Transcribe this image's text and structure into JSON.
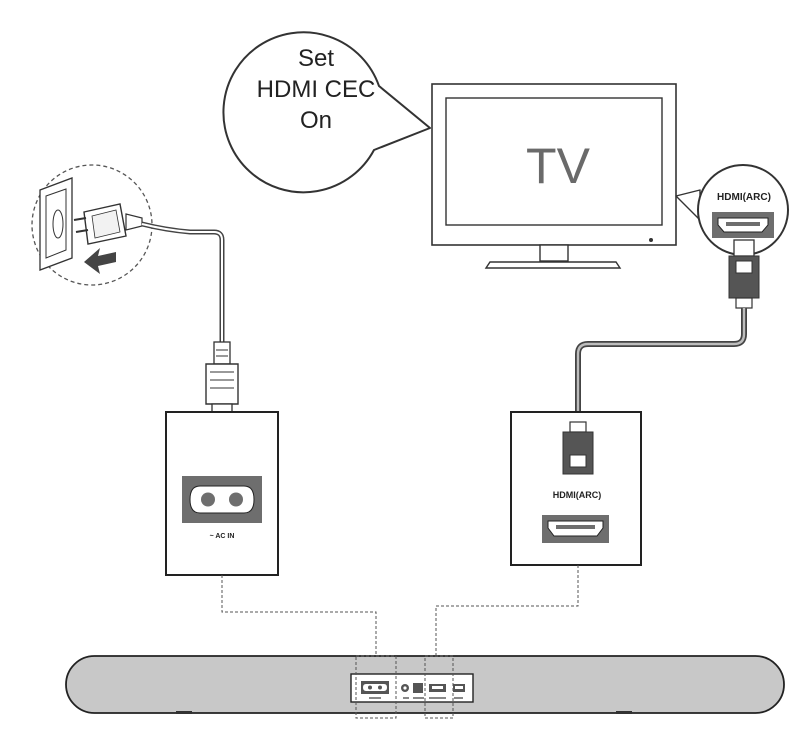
{
  "bubble": {
    "line1": "Set",
    "line2": "HDMI CEC",
    "line3": "On"
  },
  "tv": {
    "label": "TV"
  },
  "tv_port": {
    "label": "HDMI(ARC)"
  },
  "ac_panel": {
    "label": "~ AC IN"
  },
  "hdmi_panel": {
    "label": "HDMI(ARC)"
  },
  "colors": {
    "line": "#333333",
    "cable": "#555555",
    "soundbar": "#c8c8c8",
    "port": "#6e6e6e"
  }
}
